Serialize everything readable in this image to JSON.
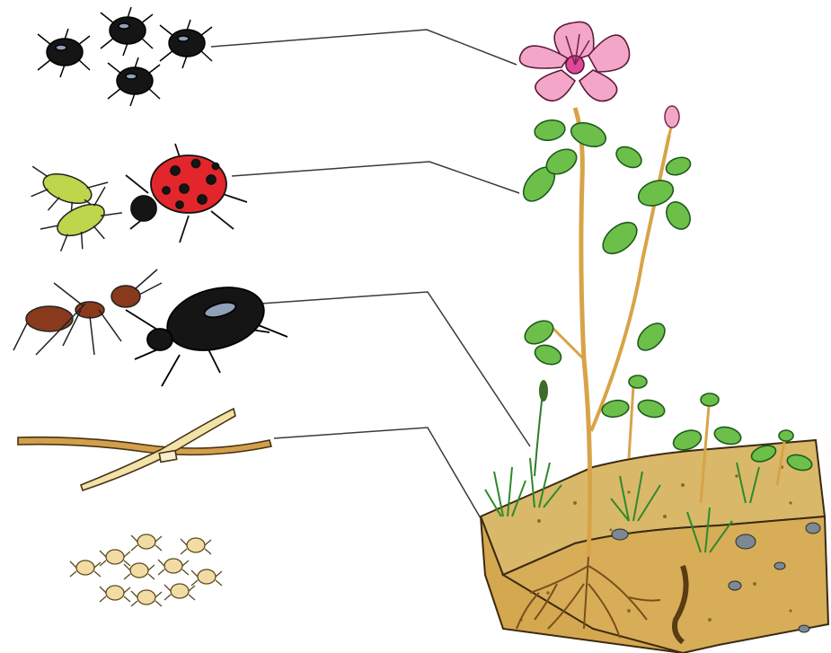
{
  "diagram": {
    "colors": {
      "background": "#ffffff",
      "leader_line": "#3a3a3a",
      "soil": "#d9b86a",
      "soil_side": "#d4a84e",
      "soil_dark": "#7a4e1e",
      "stem": "#d8a347",
      "leaf": "#6cc04a",
      "leaf_dark": "#2f7a2a",
      "flower": "#f4a6c9",
      "flower_center": "#e0489a",
      "ladybird": "#e3262b",
      "aphid": "#bdd64b",
      "ant": "#8a3a1c",
      "beetle": "#151515",
      "worm": "#d2a04c",
      "mite": "#f2dca3"
    },
    "organisms": [
      {
        "id": "black-bugs",
        "icon": "black-bug-icon",
        "links_to": "flower"
      },
      {
        "id": "aphids-ladybird",
        "icon": "ladybird-icon",
        "links_to": "stem-leaves"
      },
      {
        "id": "ant-beetle",
        "icon": "ground-beetle-icon",
        "links_to": "soil-surface"
      },
      {
        "id": "earthworms",
        "icon": "earthworm-icon",
        "links_to": "soil-edge"
      },
      {
        "id": "soil-mites",
        "icon": "mite-icon",
        "links_to": null
      }
    ],
    "habitat": {
      "icon": "soil-block-icon",
      "plant": "flowering-plant-icon"
    }
  }
}
